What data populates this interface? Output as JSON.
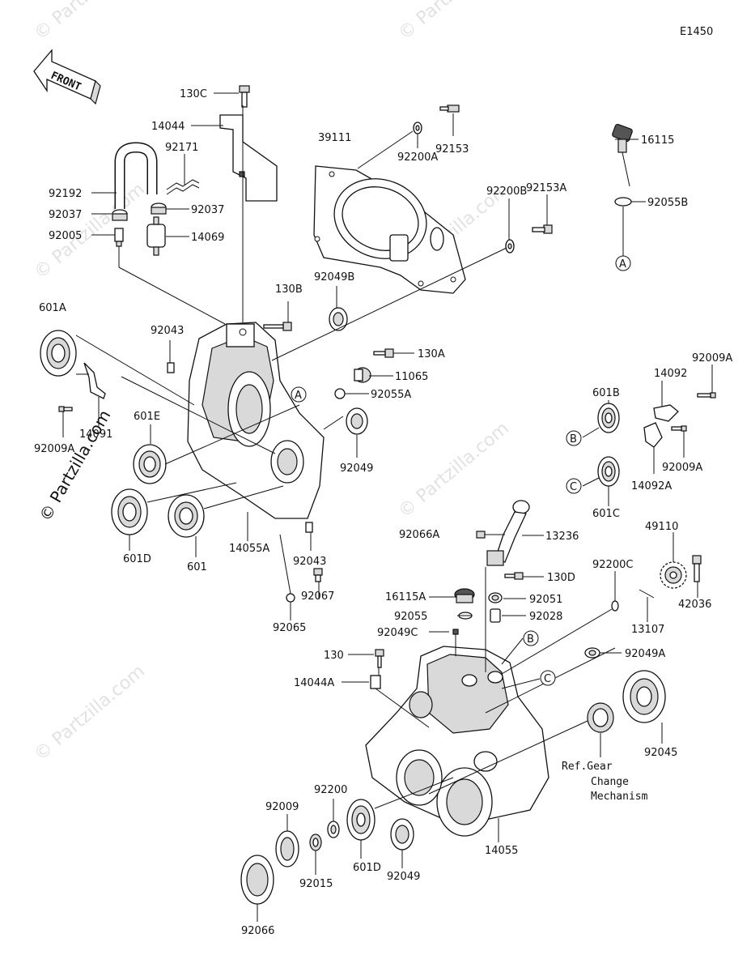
{
  "diagram_code": "E1450",
  "front_label": "FRONT",
  "watermark": "© Partzilla.com",
  "reference_note": [
    "Ref.Gear",
    "Change",
    "Mechanism"
  ],
  "callouts": [
    "A",
    "B",
    "C"
  ],
  "labels": {
    "p130C": "130C",
    "p14044": "14044",
    "p92171": "92171",
    "p92192": "92192",
    "p92037a": "92037",
    "p92037b": "92037",
    "p92005": "92005",
    "p14069": "14069",
    "p39111": "39111",
    "p92200A": "92200A",
    "p92153": "92153",
    "p92200B": "92200B",
    "p92153A": "92153A",
    "p16115": "16115",
    "p92055B": "92055B",
    "p601A": "601A",
    "p92043a": "92043",
    "p130B": "130B",
    "p92049B": "92049B",
    "p130A": "130A",
    "p11065": "11065",
    "p92055A": "92055A",
    "p14091": "14091",
    "p92009Aa": "92009A",
    "p601E": "601E",
    "p92049a": "92049",
    "p601B": "601B",
    "p14092": "14092",
    "p92009Ab": "92009A",
    "p92009Ac": "92009A",
    "p14092A": "14092A",
    "p601C": "601C",
    "p601Da": "601D",
    "p601": "601",
    "p14055A": "14055A",
    "p92043b": "92043",
    "p92067": "92067",
    "p92065": "92065",
    "p92066A": "92066A",
    "p13236": "13236",
    "p130D": "130D",
    "p49110": "49110",
    "p92200C": "92200C",
    "p42036": "42036",
    "p13107": "13107",
    "p16115A": "16115A",
    "p92051": "92051",
    "p92055": "92055",
    "p92028": "92028",
    "p92049C": "92049C",
    "p130": "130",
    "p92049A": "92049A",
    "p14044A": "14044A",
    "p92045": "92045",
    "p92200": "92200",
    "p92009": "92009",
    "p601Db": "601D",
    "p92049b": "92049",
    "p14055": "14055",
    "p92015": "92015",
    "p92066": "92066"
  }
}
